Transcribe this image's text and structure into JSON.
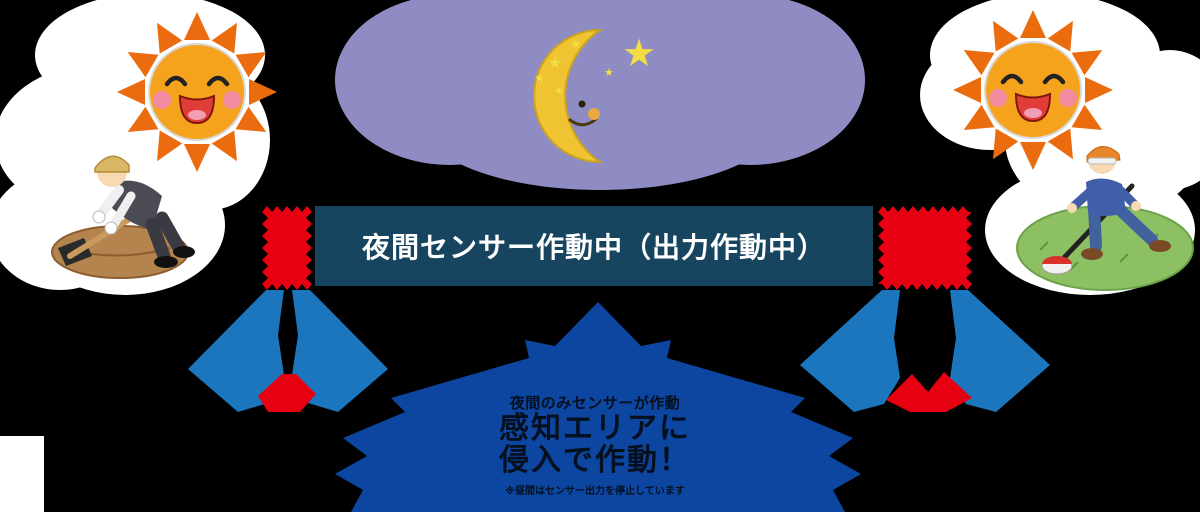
{
  "banner": {
    "label": "夜間センサー作動中（出力作動中）"
  },
  "burst": {
    "line_top": "夜間のみセンサーが作動",
    "line_main_1": "感知エリアに",
    "line_main_2": "侵入で作動！",
    "line_bottom": "※昼間はセンサー出力を停止しています"
  },
  "icons": {
    "moon": "crescent-moon-with-stars-icon",
    "sun_left": "smiling-sun-icon",
    "sun_right": "smiling-sun-icon",
    "worker_left": "worker-digging-illustration",
    "worker_right": "worker-grass-trimming-illustration",
    "sensor_left": "red-sensor-column",
    "sensor_right": "red-sensor-column",
    "fan_left": "detection-beam-fan",
    "fan_right": "detection-beam-fan",
    "stake_left": "red-ground-stake",
    "stake_right": "red-ground-stake",
    "burst": "alert-starburst-callout"
  },
  "colors": {
    "bg": "#000000",
    "banner-bg": "#17455f",
    "banner-text": "#ffffff",
    "red": "#e60012",
    "fan-blue": "#1b76bd",
    "burst-blue": "#0d46a0",
    "burst-text": "#04101f",
    "night-purple": "#8f8cc4",
    "cloud-white": "#ffffff",
    "moon-yellow": "#efc331",
    "star-yellow": "#f2de43",
    "sun-body": "#f5a21d",
    "sun-ray": "#eb6c0e",
    "grass-green": "#8cc063",
    "dirt-brown": "#b5834e"
  }
}
